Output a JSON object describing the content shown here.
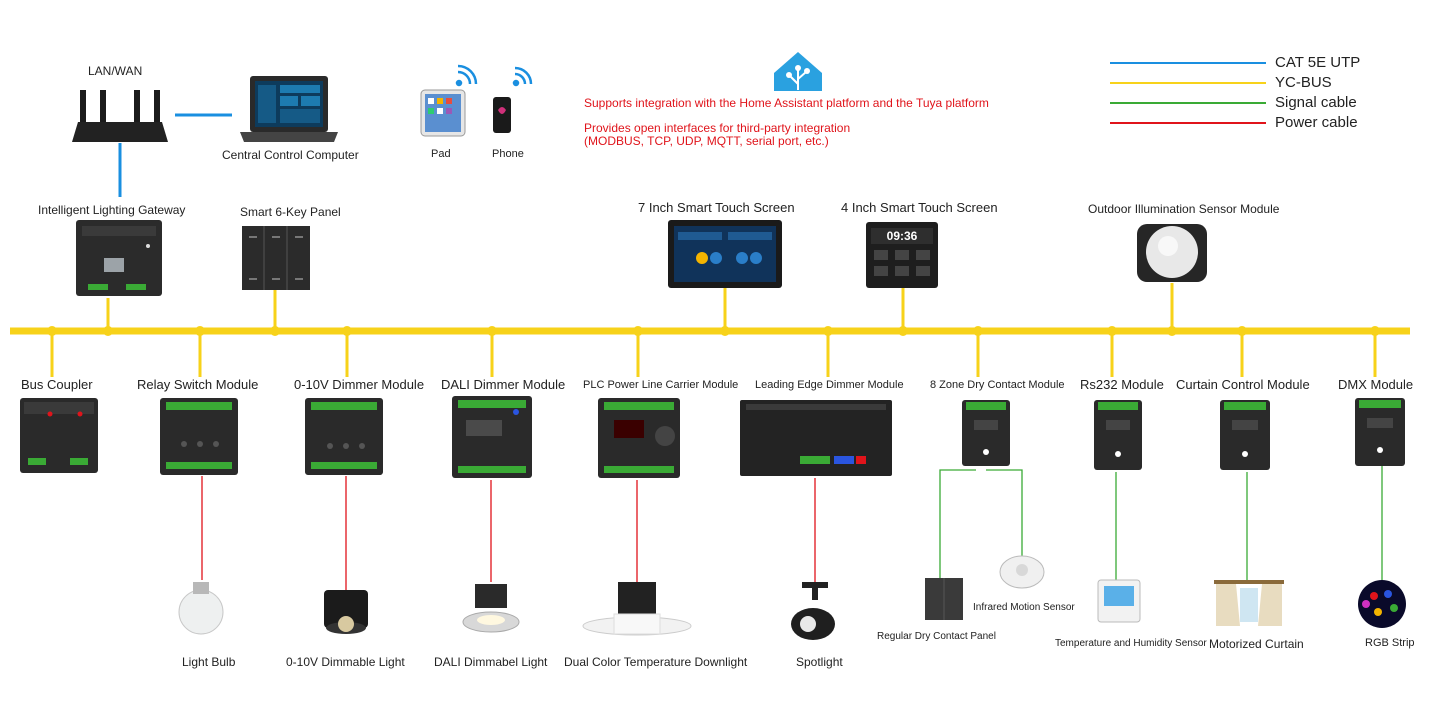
{
  "top": {
    "lan_label": "LAN/WAN",
    "computer_label": "Central Control Computer",
    "gateway_label": "Intelligent Lighting Gateway",
    "key_panel_label": "Smart 6-Key Panel",
    "pad_label": "Pad",
    "phone_label": "Phone",
    "ts7_label": "7 Inch Smart Touch Screen",
    "ts4_label": "4 Inch Smart Touch Screen",
    "ts4_clock": "09:36",
    "sensor_label": "Outdoor Illumination Sensor Module"
  },
  "notes": {
    "line1": "Supports integration with the Home Assistant platform and  the Tuya platform",
    "line2": "Provides open interfaces for third-party integration",
    "line3": " (MODBUS, TCP, UDP, MQTT, serial port, etc.)"
  },
  "legend": [
    {
      "label": "CAT 5E UTP",
      "color": "#1a8fe0"
    },
    {
      "label": "YC-BUS",
      "color": "#f7d21a"
    },
    {
      "label": "Signal cable",
      "color": "#3aaa35"
    },
    {
      "label": "Power cable",
      "color": "#e0141b"
    }
  ],
  "modules": {
    "bus_coupler": "Bus Coupler",
    "relay": "Relay Switch Module",
    "dimmer010": "0-10V Dimmer Module",
    "dali": "DALI Dimmer Module",
    "plc": "PLC Power Line Carrier Module",
    "leading": "Leading Edge Dimmer Module",
    "dry_contact": "8 Zone Dry Contact Module",
    "rs232": "Rs232 Module",
    "curtain": "Curtain Control Module",
    "dmx": "DMX Module"
  },
  "loads": {
    "bulb": "Light Bulb",
    "dimmable": "0-10V Dimmable Light",
    "dali_light": "DALI Dimmabel Light",
    "downlight": "Dual Color Temperature Downlight",
    "spotlight": "Spotlight",
    "dry_panel": "Regular Dry Contact Panel",
    "motion": "Infrared Motion Sensor",
    "thermo": "Temperature and Humidity Sensor",
    "curtain": "Motorized Curtain",
    "rgb": "RGB Strip"
  },
  "colors": {
    "bus": "#f7d21a",
    "cat5": "#1a8fe0",
    "signal": "#3aaa35",
    "power": "#e0141b",
    "accent_red": "#e0141b"
  }
}
